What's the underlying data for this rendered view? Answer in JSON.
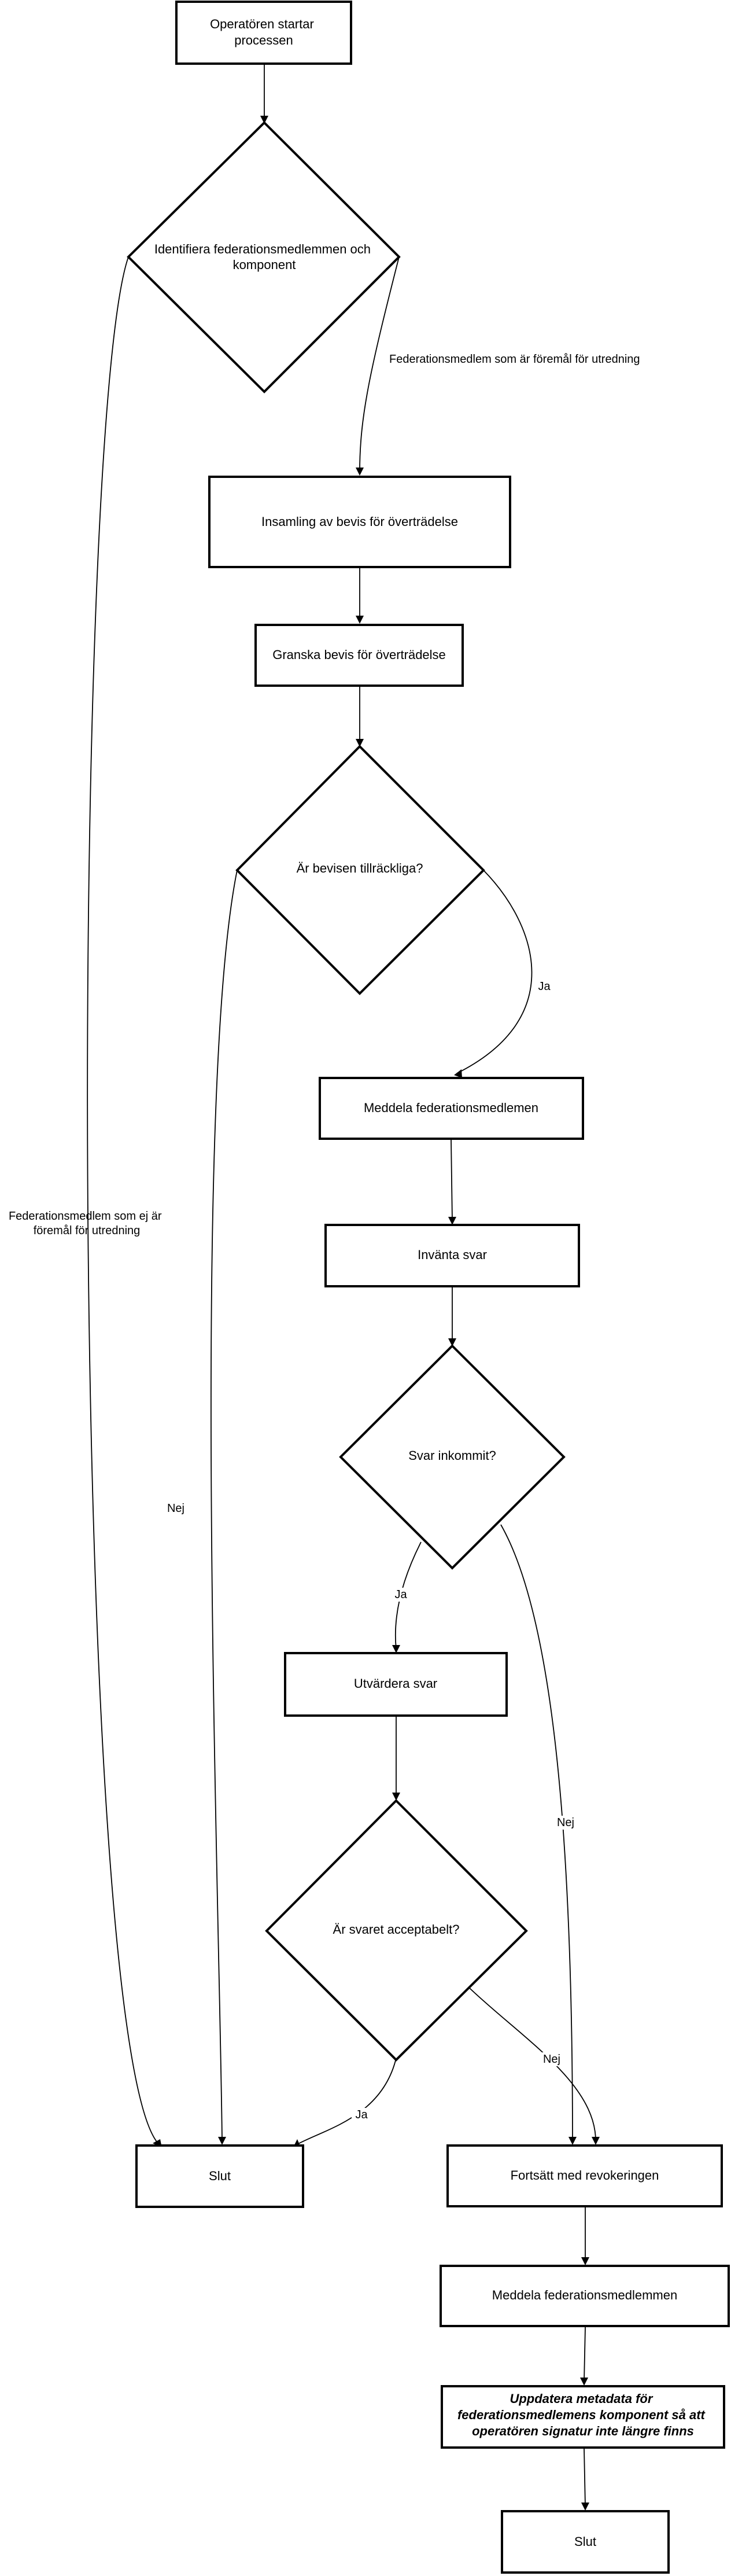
{
  "nodes": {
    "start": {
      "text": [
        "Operatören startar",
        "processen"
      ]
    },
    "identify": {
      "text": [
        "Identifiera federationsmedlemmen och",
        "komponent"
      ]
    },
    "collect": {
      "text": [
        "Insamling av bevis för överträdelse"
      ]
    },
    "review": {
      "text": [
        "Granska bevis för överträdelse"
      ]
    },
    "sufficient": {
      "text": [
        "Är bevisen tillräckliga?"
      ]
    },
    "notify1": {
      "text": [
        "Meddela federationsmedlemen"
      ]
    },
    "await": {
      "text": [
        "Invänta svar"
      ]
    },
    "received": {
      "text": [
        "Svar inkommit?"
      ]
    },
    "evaluate": {
      "text": [
        "Utvärdera svar"
      ]
    },
    "acceptable": {
      "text": [
        "Är svaret acceptabelt?"
      ]
    },
    "end1": {
      "text": [
        "Slut"
      ]
    },
    "continue": {
      "text": [
        "Fortsätt med revokeringen"
      ]
    },
    "notify2": {
      "text": [
        "Meddela federationsmedlemmen"
      ]
    },
    "update": {
      "text": [
        "Uppdatera metadata för",
        "federationsmedlemens komponent så att",
        "operatören signatur inte längre finns"
      ]
    },
    "end2": {
      "text": [
        "Slut"
      ]
    }
  },
  "edges": {
    "not_investigated": {
      "text": [
        "Federationsmedlem som ej är",
        "föremål för utredning"
      ]
    },
    "investigated": {
      "text": [
        "Federationsmedlem som är föremål för utredning"
      ]
    },
    "sufficient_yes": {
      "text": [
        "Ja"
      ]
    },
    "sufficient_no": {
      "text": [
        "Nej"
      ]
    },
    "received_yes": {
      "text": [
        "Ja"
      ]
    },
    "received_no": {
      "text": [
        "Nej"
      ]
    },
    "acceptable_yes": {
      "text": [
        "Ja"
      ]
    },
    "acceptable_no": {
      "text": [
        "Nej"
      ]
    }
  }
}
